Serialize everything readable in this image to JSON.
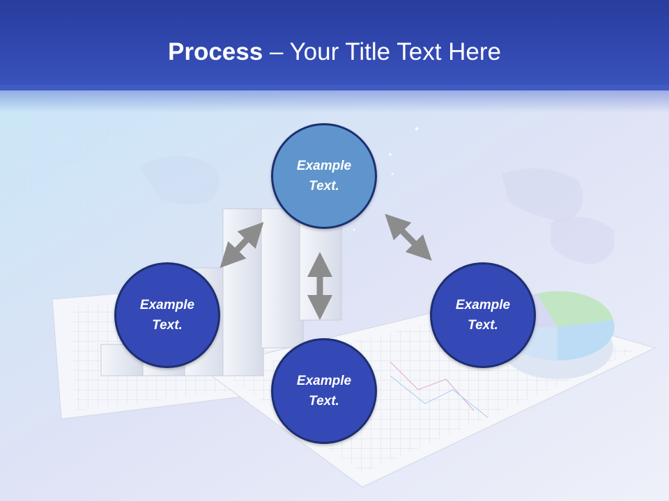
{
  "title": {
    "bold": "Process",
    "rest": " – Your Title Text Here"
  },
  "nodes": [
    {
      "id": "top",
      "label": "Example Text.",
      "color": "#5f95cc"
    },
    {
      "id": "left",
      "label": "Example Text.",
      "color": "#3449b5"
    },
    {
      "id": "right",
      "label": "Example Text.",
      "color": "#3449b5"
    },
    {
      "id": "bottom",
      "label": "Example Text.",
      "color": "#3449b5"
    }
  ],
  "colors": {
    "header": "#2f45ab",
    "arrow": "#8c8c8c",
    "node_border": "#1d2f70"
  },
  "icons": {
    "arrow_style": "double-headed-arrow"
  }
}
